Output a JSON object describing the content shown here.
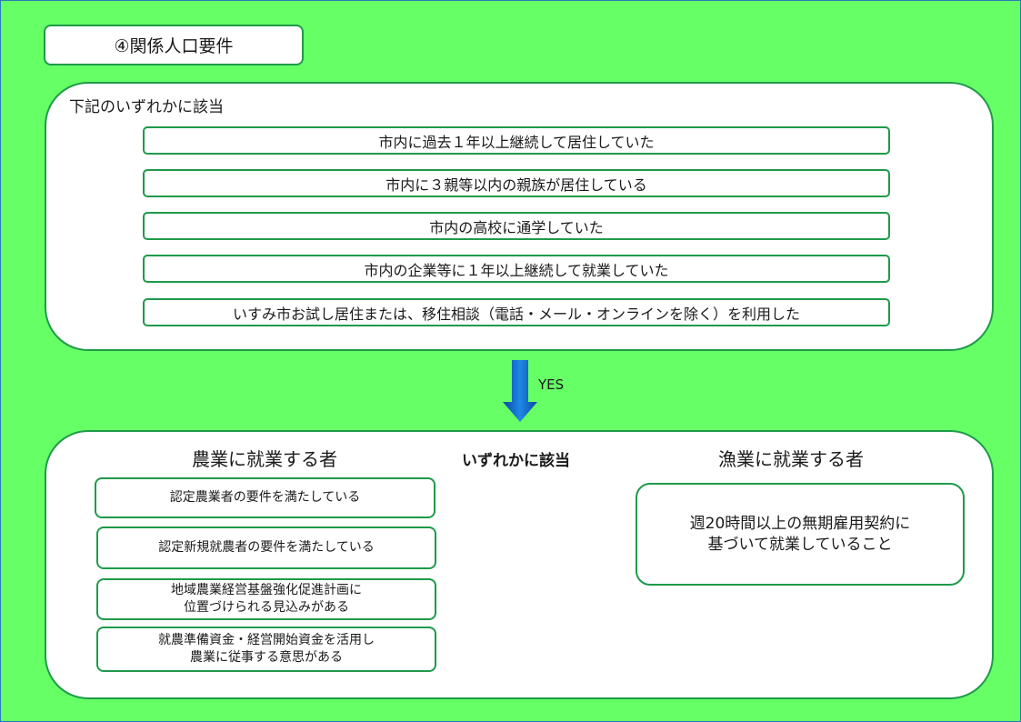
{
  "title": "④関係人口要件",
  "top_panel": {
    "heading": "下記のいずれかに該当",
    "requirements": [
      "市内に過去１年以上継続して居住していた",
      "市内に３親等以内の親族が居住している",
      "市内の高校に通学していた",
      "市内の企業等に１年以上継続して就業していた",
      "いすみ市お試し居住または、移住相談（電話・メール・オンラインを除く）を利用した"
    ]
  },
  "arrow": {
    "label": "YES",
    "color": "#1565c0"
  },
  "bottom_panel": {
    "center_label": "いずれかに該当",
    "agriculture": {
      "title": "農業に就業する者",
      "items": [
        {
          "line1": "認定農業者の要件を満たしている",
          "line2": ""
        },
        {
          "line1": "認定新規就農者の要件を満たしている",
          "line2": ""
        },
        {
          "line1": "地域農業経営基盤強化促進計画に",
          "line2": "位置づけられる見込みがある"
        },
        {
          "line1": "就農準備資金・経営開始資金を活用し",
          "line2": "農業に従事する意思がある"
        }
      ]
    },
    "fishery": {
      "title": "漁業に就業する者",
      "line1": "週20時間以上の無期雇用契約に",
      "line2": "基づいて就業していること"
    }
  },
  "colors": {
    "background": "#66ff66",
    "border": "#1f9a4a"
  }
}
